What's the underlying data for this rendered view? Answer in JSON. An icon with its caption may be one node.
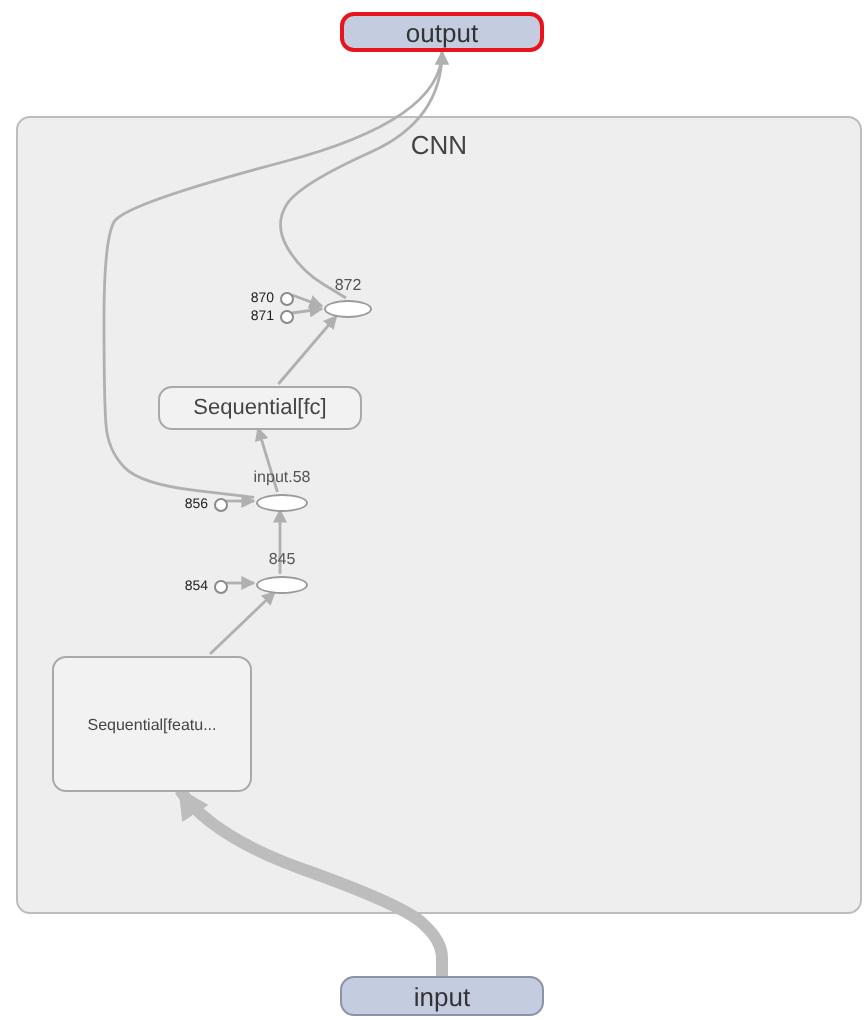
{
  "diagram": {
    "nodes": [
      {
        "text": [
          "output"
        ]
      },
      {
        "text": [
          "CNN"
        ]
      },
      {
        "text": [
          "872"
        ],
        "in": 1
      },
      {
        "text": [
          "870"
        ],
        "in": 1
      },
      {
        "text": [
          "871"
        ],
        "in": 1
      },
      {
        "text": [
          "Sequential[fc]"
        ],
        "in": 1
      },
      {
        "text": [
          "input.58"
        ],
        "in": 1
      },
      {
        "text": [
          "856"
        ],
        "in": 1
      },
      {
        "text": [
          "845"
        ],
        "in": 1
      },
      {
        "text": [
          "854"
        ],
        "in": 1
      },
      {
        "text": [
          "Sequential[featu..."
        ],
        "in": 1
      },
      {
        "text": [
          "input"
        ]
      }
    ],
    "edges": [
      {
        "from": 11,
        "to": 10,
        "arrow": "to",
        "style": "thick"
      },
      {
        "from": 10,
        "to": 8,
        "arrow": "to"
      },
      {
        "from": 9,
        "to": 8,
        "arrow": "to"
      },
      {
        "from": 8,
        "to": 6,
        "arrow": "to"
      },
      {
        "from": 7,
        "to": 6,
        "arrow": "to"
      },
      {
        "from": 6,
        "to": 5,
        "arrow": "to"
      },
      {
        "from": 5,
        "to": 2,
        "arrow": "to"
      },
      {
        "from": 3,
        "to": 2,
        "arrow": "to"
      },
      {
        "from": 4,
        "to": 2,
        "arrow": "to"
      },
      {
        "from": 2,
        "to": 0,
        "arrow": "to"
      },
      {
        "from": 6,
        "to": 0,
        "arrow": "to"
      }
    ]
  }
}
